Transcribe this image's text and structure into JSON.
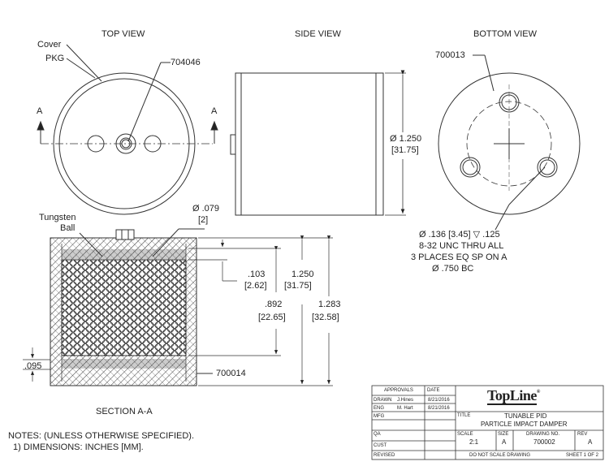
{
  "views": {
    "top": "TOP VIEW",
    "side": "SIDE VIEW",
    "bottom": "BOTTOM VIEW",
    "section": "SECTION A-A"
  },
  "callouts": {
    "cover": "Cover",
    "pkg": "PKG",
    "part_704046": "704046",
    "part_700013": "700013",
    "part_700014": "700014",
    "section_a_left": "A",
    "section_a_right": "A",
    "tungsten_line1": "Tungsten",
    "tungsten_line2": "Ball"
  },
  "dimensions": {
    "side_diameter": "Ø 1.250",
    "side_diameter_mm": "[31.75]",
    "ball_diameter": "Ø .079",
    "ball_diameter_mm": "[2]",
    "d103": ".103",
    "d103_mm": "[2.62]",
    "d892": ".892",
    "d892_mm": "[22.65]",
    "d1250": "1.250",
    "d1250_mm": "[31.75]",
    "d1283": "1.283",
    "d1283_mm": "[32.58]",
    "d095": ".095"
  },
  "hole_note": {
    "line1": "Ø .136 [3.45] ▽ .125",
    "line2": "8-32 UNC THRU ALL",
    "line3": "3 PLACES EQ SP ON A",
    "line4": "Ø .750 BC"
  },
  "notes": {
    "line1": "NOTES: (UNLESS OTHERWISE SPECIFIED).",
    "line2": "1) DIMENSIONS: INCHES [MM]."
  },
  "title_block": {
    "approvals": "APPROVALS",
    "date": "DATE",
    "drawn": "DRAWN",
    "drawn_name": "J.Hines",
    "drawn_date": "8/21/2016",
    "eng": "ENG",
    "eng_name": "M. Hart",
    "eng_date": "8/21/2016",
    "mfg": "MFG",
    "qa": "QA",
    "cust": "CUST",
    "revised": "REVISED",
    "logo": "TopLine",
    "logo_mark": "®",
    "title_label": "TITLE",
    "title_line1": "TUNABLE PID",
    "title_line2": "PARTICLE IMPACT DAMPER",
    "scale_label": "SCALE",
    "scale_value": "2:1",
    "size_label": "SIZE",
    "size_value": "A",
    "drawing_no_label": "DRAWING NO.",
    "drawing_no_value": "700002",
    "rev_label": "REV",
    "rev_value": "A",
    "do_not_scale": "DO NOT SCALE DRAWING",
    "sheet": "SHEET 1 OF 2"
  }
}
